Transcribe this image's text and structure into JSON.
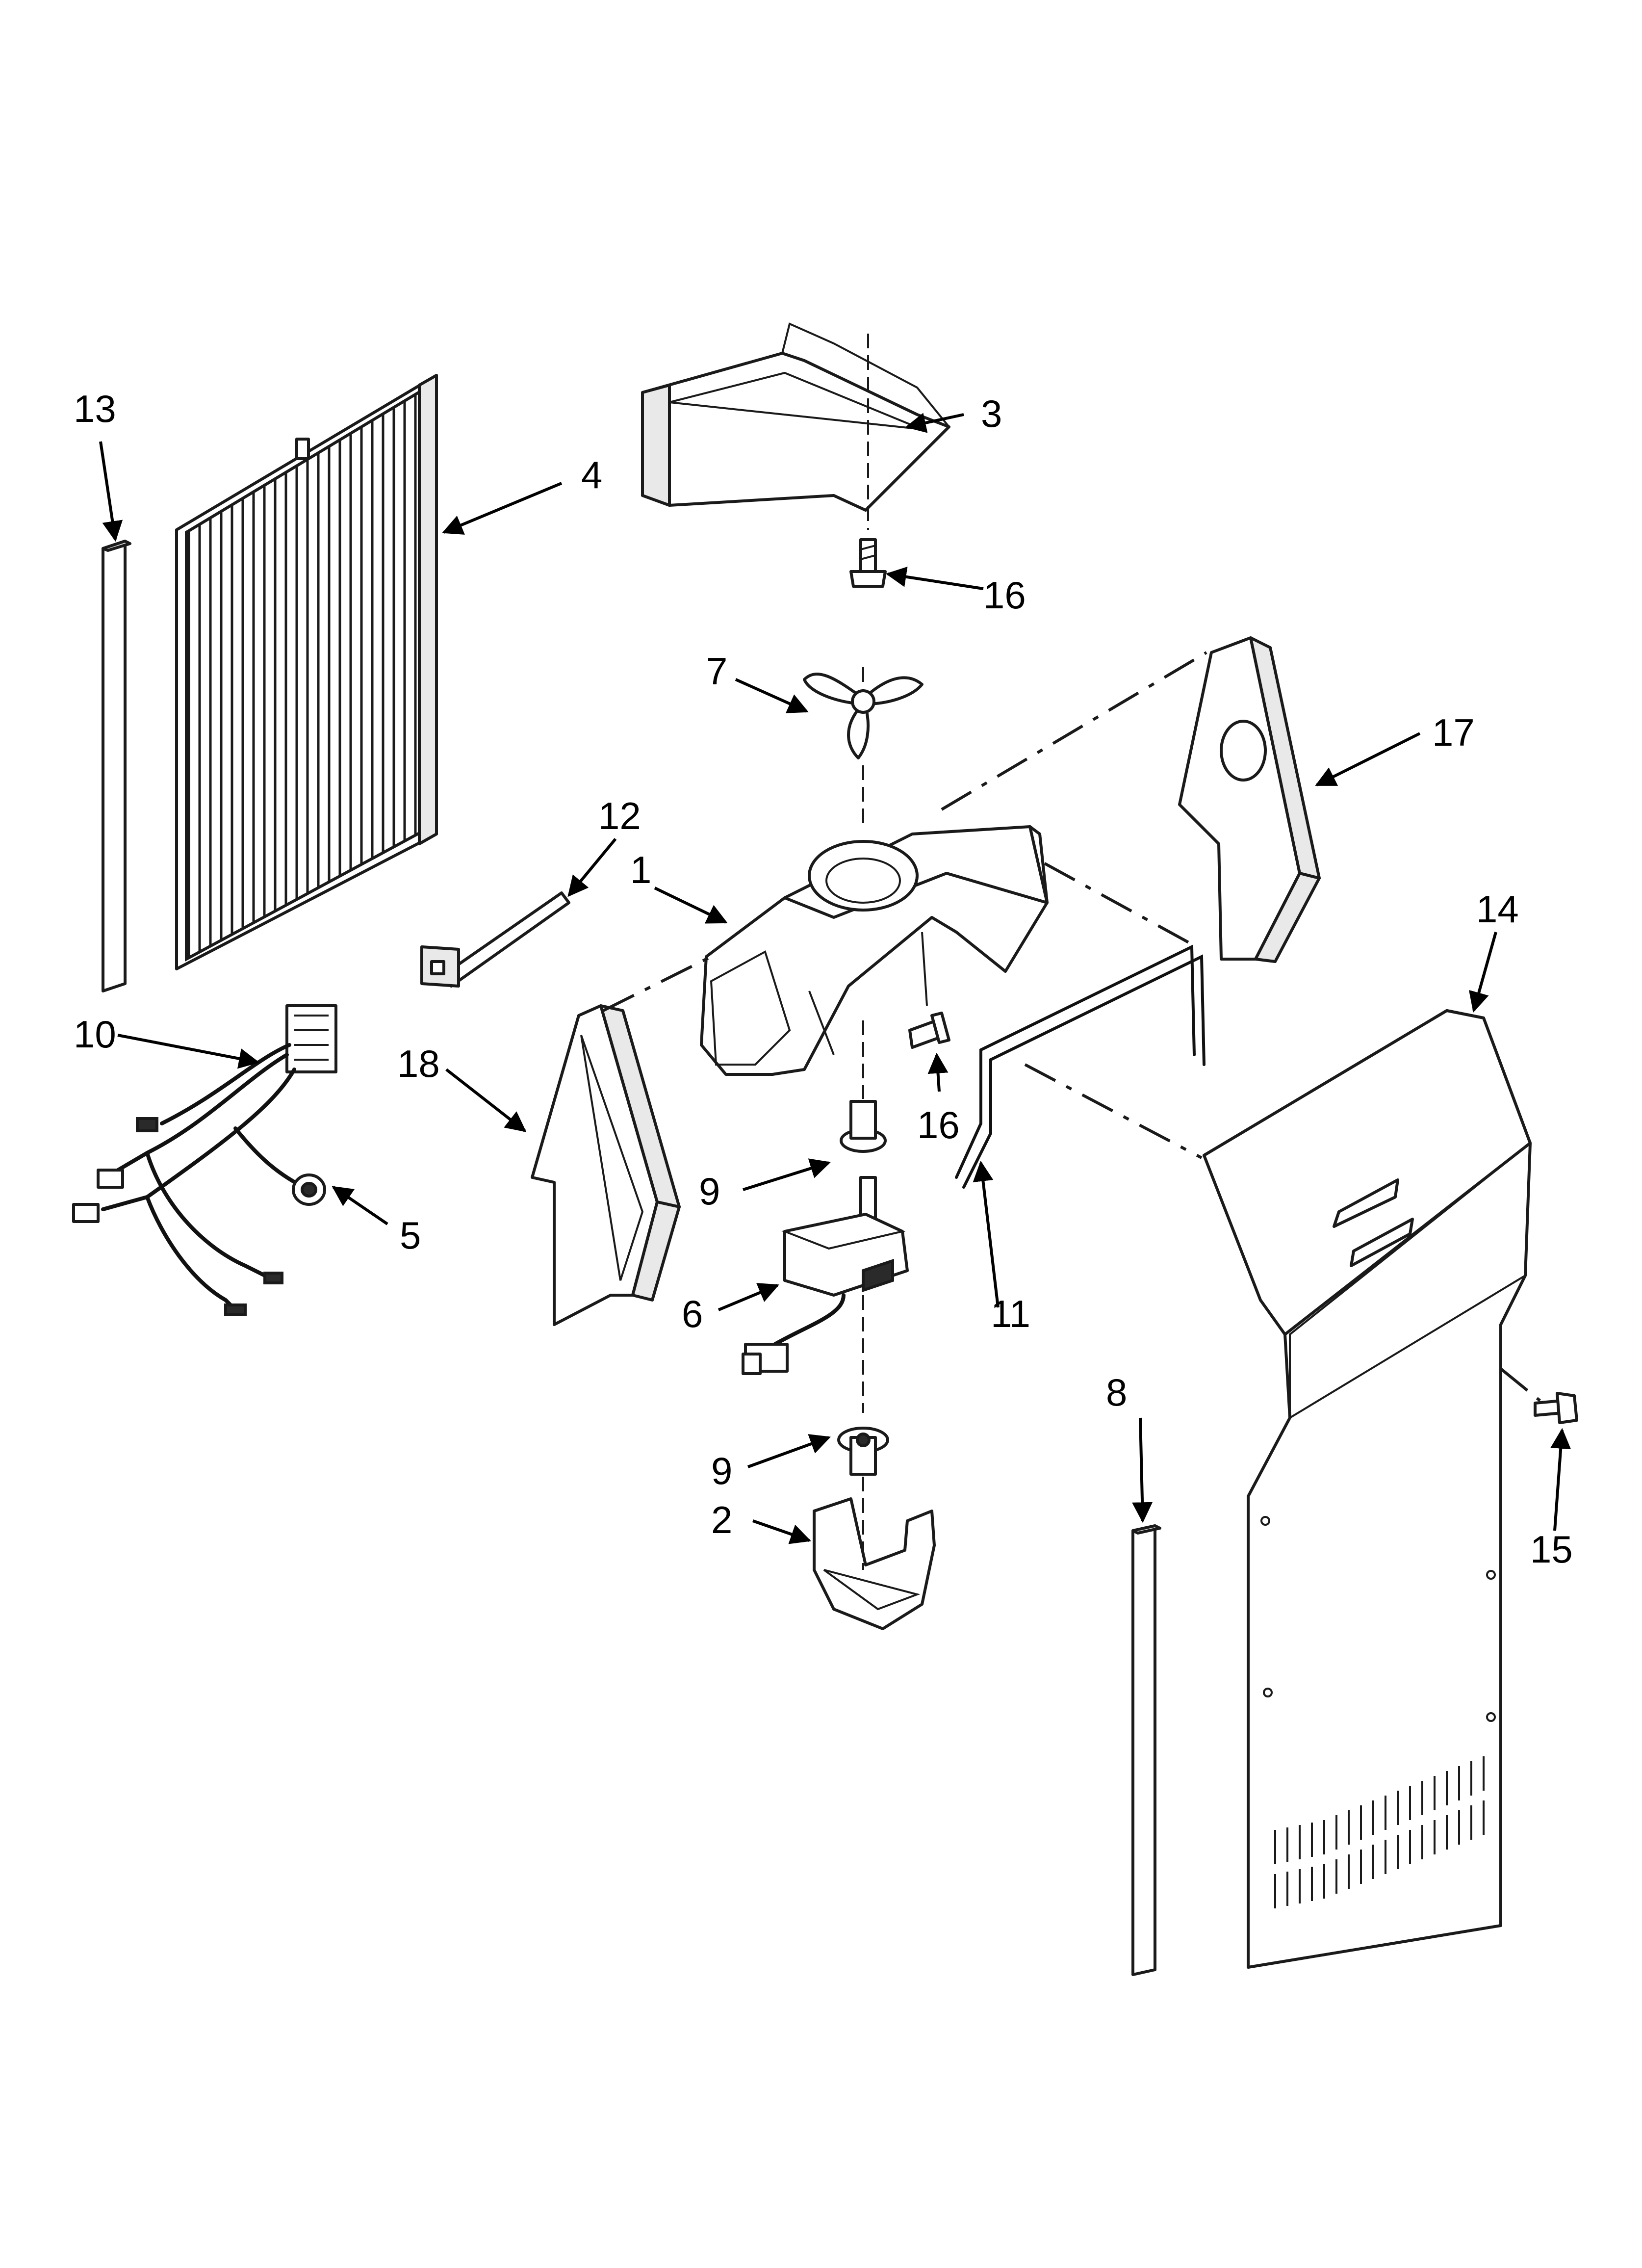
{
  "callouts": [
    {
      "id": "c13a",
      "text": "13"
    },
    {
      "id": "c4",
      "text": "4"
    },
    {
      "id": "c3",
      "text": "3"
    },
    {
      "id": "c16a",
      "text": "16"
    },
    {
      "id": "c7",
      "text": "7"
    },
    {
      "id": "c17",
      "text": "17"
    },
    {
      "id": "c12",
      "text": "12"
    },
    {
      "id": "c1",
      "text": "1"
    },
    {
      "id": "c14",
      "text": "14"
    },
    {
      "id": "c10",
      "text": "10"
    },
    {
      "id": "c18",
      "text": "18"
    },
    {
      "id": "c16b",
      "text": "16"
    },
    {
      "id": "c9a",
      "text": "9"
    },
    {
      "id": "c5",
      "text": "5"
    },
    {
      "id": "c6",
      "text": "6"
    },
    {
      "id": "c11",
      "text": "11"
    },
    {
      "id": "c8",
      "text": "8"
    },
    {
      "id": "c15",
      "text": "15"
    },
    {
      "id": "c9b",
      "text": "9"
    },
    {
      "id": "c2",
      "text": "2"
    }
  ]
}
